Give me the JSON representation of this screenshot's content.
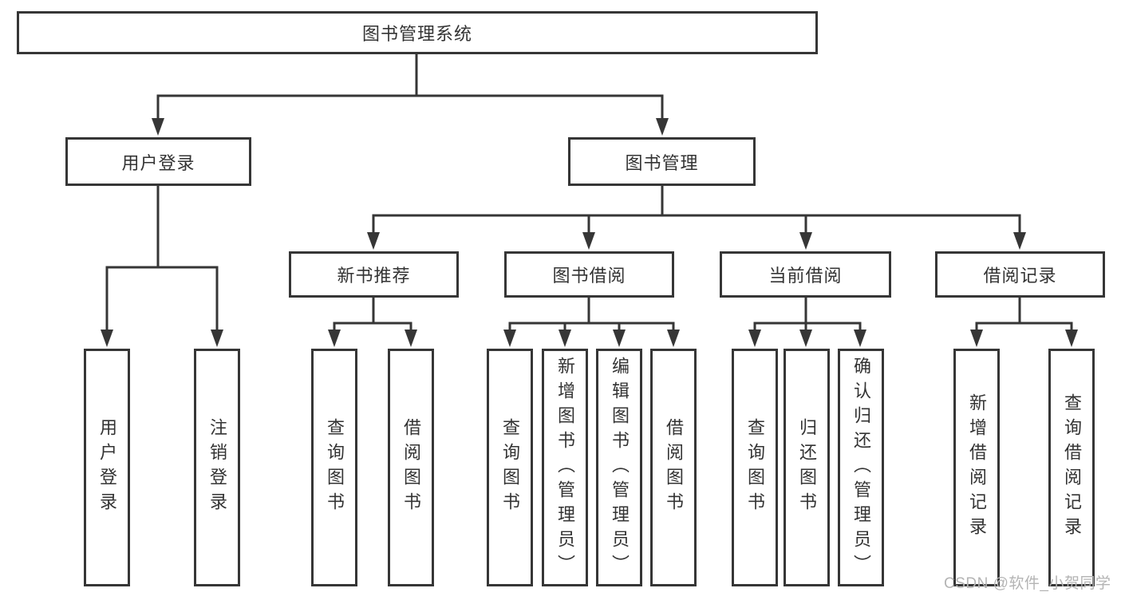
{
  "tree": {
    "root": "图书管理系统",
    "user_login": {
      "label": "用户登录",
      "children": [
        "用户登录",
        "注销登录"
      ]
    },
    "book_management": {
      "label": "图书管理",
      "groups": [
        {
          "label": "新书推荐",
          "children": [
            "查询图书",
            "借阅图书"
          ]
        },
        {
          "label": "图书借阅",
          "children": [
            "查询图书",
            "新增图书（管理员）",
            "编辑图书（管理员）",
            "借阅图书"
          ]
        },
        {
          "label": "当前借阅",
          "children": [
            "查询图书",
            "归还图书",
            "确认归还（管理员）"
          ]
        },
        {
          "label": "借阅记录",
          "children": [
            "新增借阅记录",
            "查询借阅记录"
          ]
        }
      ]
    }
  },
  "watermark": "CSDN @软件_小贺同学",
  "colors": {
    "line": "#363636",
    "text": "#333333",
    "watermark_text": "#b4b4b4",
    "background": "#ffffff"
  }
}
